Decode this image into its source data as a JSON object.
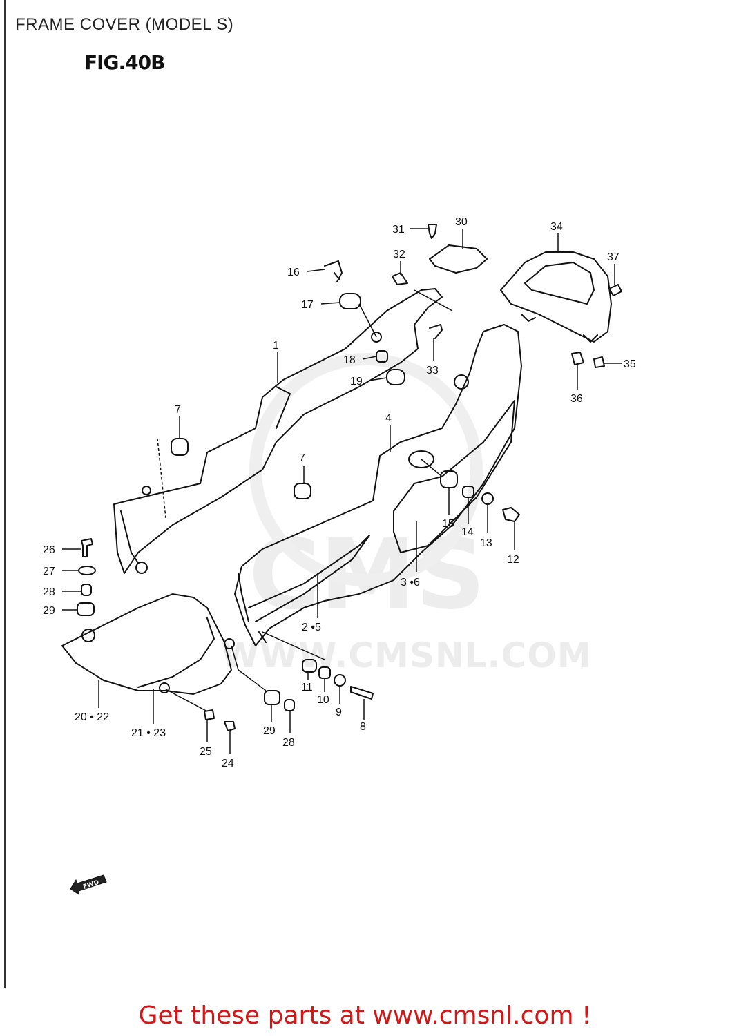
{
  "header": {
    "title": "FRAME COVER (MODEL S)",
    "figure": "FIG.40B"
  },
  "diagram": {
    "fwd_label": "FWD",
    "watermark": "WWW.CMSNL.COM",
    "watermark_logo": "CMS",
    "callouts": [
      {
        "id": "c1",
        "text": "1"
      },
      {
        "id": "c2",
        "text": "2 •5"
      },
      {
        "id": "c3",
        "text": "3 •6"
      },
      {
        "id": "c4",
        "text": "4"
      },
      {
        "id": "c7a",
        "text": "7"
      },
      {
        "id": "c7b",
        "text": "7"
      },
      {
        "id": "c8",
        "text": "8"
      },
      {
        "id": "c9",
        "text": "9"
      },
      {
        "id": "c10",
        "text": "10"
      },
      {
        "id": "c11",
        "text": "11"
      },
      {
        "id": "c12",
        "text": "12"
      },
      {
        "id": "c13",
        "text": "13"
      },
      {
        "id": "c14",
        "text": "14"
      },
      {
        "id": "c15",
        "text": "15"
      },
      {
        "id": "c16",
        "text": "16"
      },
      {
        "id": "c17",
        "text": "17"
      },
      {
        "id": "c18",
        "text": "18"
      },
      {
        "id": "c19",
        "text": "19"
      },
      {
        "id": "c20",
        "text": "20 • 22"
      },
      {
        "id": "c21",
        "text": "21 • 23"
      },
      {
        "id": "c24",
        "text": "24"
      },
      {
        "id": "c25",
        "text": "25"
      },
      {
        "id": "c26",
        "text": "26"
      },
      {
        "id": "c27",
        "text": "27"
      },
      {
        "id": "c28a",
        "text": "28"
      },
      {
        "id": "c28b",
        "text": "28"
      },
      {
        "id": "c29a",
        "text": "29"
      },
      {
        "id": "c29b",
        "text": "29"
      },
      {
        "id": "c30",
        "text": "30"
      },
      {
        "id": "c31",
        "text": "31"
      },
      {
        "id": "c32",
        "text": "32"
      },
      {
        "id": "c33",
        "text": "33"
      },
      {
        "id": "c34",
        "text": "34"
      },
      {
        "id": "c35",
        "text": "35"
      },
      {
        "id": "c36",
        "text": "36"
      },
      {
        "id": "c37",
        "text": "37"
      }
    ]
  },
  "footer": {
    "cta": "Get these parts at www.cmsnl.com !"
  },
  "colors": {
    "cta": "#d01818",
    "line": "#111111",
    "watermark": "#e6e6e6"
  }
}
